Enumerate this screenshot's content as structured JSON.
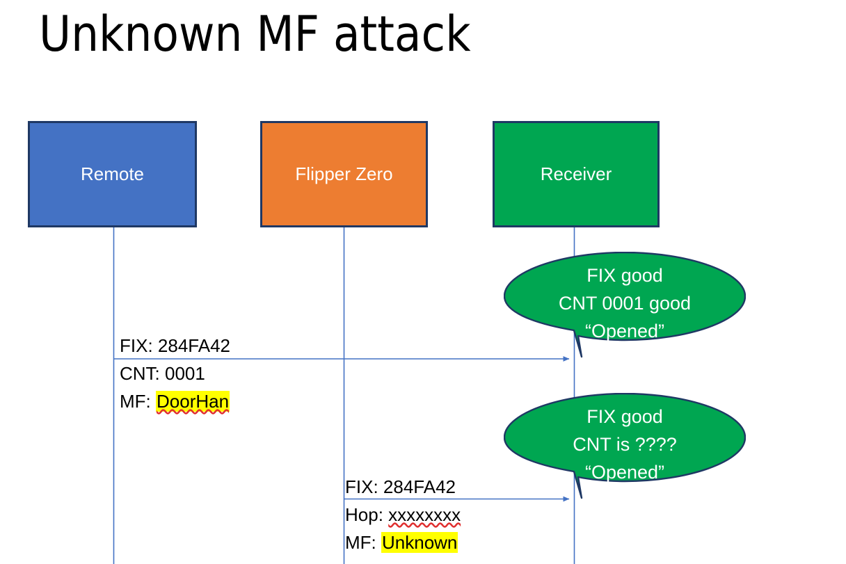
{
  "slide": {
    "title": "Unknown MF attack",
    "background_color": "#FFFFFF"
  },
  "colors": {
    "remote": "#4472C4",
    "flipper": "#ED7D31",
    "receiver": "#00A651",
    "box_border": "#1F3864",
    "connector": "#4472C4",
    "highlight": "#FFFF00",
    "spellcheck_underline": "#E03030",
    "text": "#000000",
    "box_text": "#FFFFFF"
  },
  "actors": [
    {
      "id": "remote",
      "label": "Remote"
    },
    {
      "id": "flipper",
      "label": "Flipper Zero"
    },
    {
      "id": "receiver",
      "label": "Receiver"
    }
  ],
  "messages": [
    {
      "id": "message-1",
      "from": "remote",
      "to": "receiver",
      "lines": [
        {
          "prefix": "FIX: ",
          "value": "284FA42",
          "highlight": false,
          "spellcheck": false
        },
        {
          "prefix": "CNT: ",
          "value": "0001",
          "highlight": false,
          "spellcheck": false
        },
        {
          "prefix": "MF: ",
          "value": "DoorHan",
          "highlight": true,
          "spellcheck": true
        }
      ]
    },
    {
      "id": "message-2",
      "from": "flipper",
      "to": "receiver",
      "lines": [
        {
          "prefix": "FIX: ",
          "value": "284FA42",
          "highlight": false,
          "spellcheck": false
        },
        {
          "prefix": "Hop: ",
          "value": "xxxxxxxx",
          "highlight": false,
          "spellcheck": true
        },
        {
          "prefix": "MF: ",
          "value": "Unknown",
          "highlight": true,
          "spellcheck": false
        }
      ]
    }
  ],
  "callouts": [
    {
      "id": "callout-1",
      "lines": [
        "FIX good",
        "CNT 0001 good",
        "“Opened”"
      ]
    },
    {
      "id": "callout-2",
      "lines": [
        "FIX good",
        "CNT is ????",
        "“Opened”"
      ]
    }
  ]
}
